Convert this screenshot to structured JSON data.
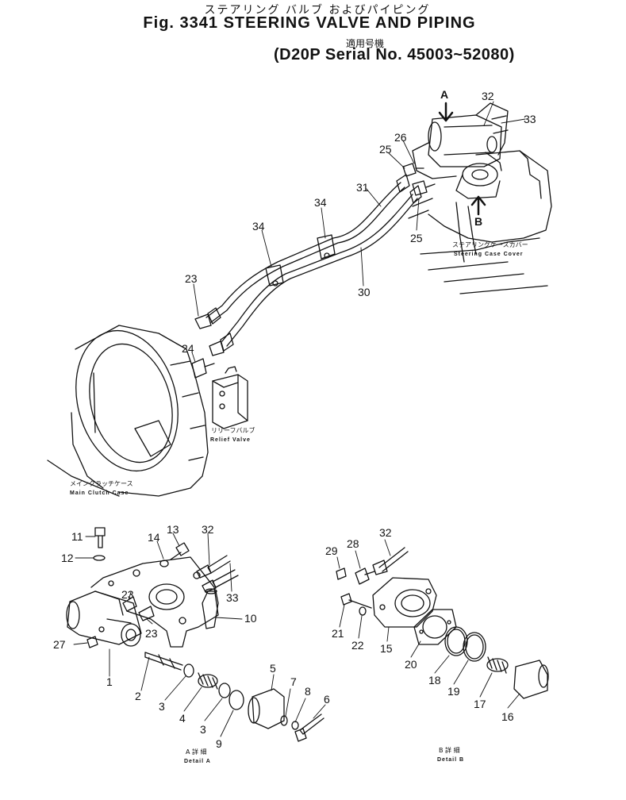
{
  "header": {
    "title_jp": "ステアリング バルブ およびパイピング",
    "title_en": "Fig. 3341 STEERING VALVE AND PIPING",
    "applicable_jp": "適用号機",
    "serial": "(D20P Serial No. 45003~52080)"
  },
  "captions": {
    "steering_case_cover_jp": "ステアリングケースカバー",
    "steering_case_cover_en": "Steering Case Cover",
    "relief_valve_jp": "リリーフバルブ",
    "relief_valve_en": "Relief Valve",
    "main_clutch_case_jp": "メインクラッチケース",
    "main_clutch_case_en": "Main Clutch Case",
    "detail_a_jp": "A 詳 細",
    "detail_a_en": "Detail A",
    "detail_b_jp": "B 詳 細",
    "detail_b_en": "Detail B"
  },
  "markers": {
    "a": "A",
    "b": "B"
  },
  "callouts": {
    "c32a": "32",
    "c33a": "33",
    "c26": "26",
    "c25a": "25",
    "c31": "31",
    "c34a": "34",
    "c34b": "34",
    "c25b": "25",
    "c30": "30",
    "c23a": "23",
    "c24": "24",
    "c11": "11",
    "c12": "12",
    "c13": "13",
    "c14": "14",
    "c32b": "32",
    "c33b": "33",
    "c10": "10",
    "c23b": "23",
    "c23c": "23",
    "c27": "27",
    "c1": "1",
    "c2": "2",
    "c3a": "3",
    "c4": "4",
    "c3b": "3",
    "c9": "9",
    "c5": "5",
    "c7": "7",
    "c8": "8",
    "c6": "6",
    "c29": "29",
    "c28": "28",
    "c32c": "32",
    "c21": "21",
    "c22": "22",
    "c15": "15",
    "c20": "20",
    "c18": "18",
    "c19": "19",
    "c17": "17",
    "c16": "16"
  }
}
